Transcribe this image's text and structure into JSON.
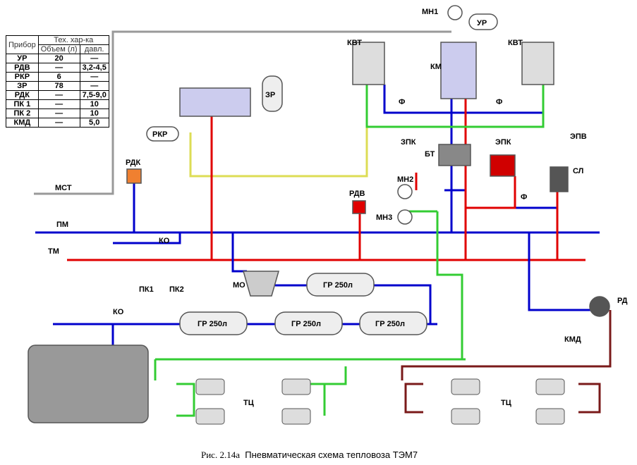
{
  "table": {
    "header_device": "Прибор",
    "header_group": "Тех. хар-ка",
    "header_volume": "Объем (л)",
    "header_pressure": "давл.",
    "rows": [
      {
        "device": "УР",
        "volume": "20",
        "pressure": "—"
      },
      {
        "device": "РДВ",
        "volume": "—",
        "pressure": "3,2-4,5"
      },
      {
        "device": "РКР",
        "volume": "6",
        "pressure": "—"
      },
      {
        "device": "ЗР",
        "volume": "78",
        "pressure": "—"
      },
      {
        "device": "РДК",
        "volume": "—",
        "pressure": "7,5-9,0"
      },
      {
        "device": "ПК 1",
        "volume": "—",
        "pressure": "10"
      },
      {
        "device": "ПК 2",
        "volume": "—",
        "pressure": "10"
      },
      {
        "device": "КМД",
        "volume": "—",
        "pressure": "5,0"
      }
    ]
  },
  "labels": {
    "mn1": "МН1",
    "ur": "УР",
    "kvt1": "КВТ",
    "kvt2": "КВТ",
    "km": "КМ",
    "f1": "Ф",
    "f2": "Ф",
    "f3": "Ф",
    "zpk": "ЗПК",
    "bt": "БТ",
    "epk": "ЭПК",
    "epv": "ЭПВ",
    "sl": "СЛ",
    "mn2": "МН2",
    "mn3": "МН3",
    "rdk": "РДК",
    "rkr": "РКР",
    "zr": "ЗР",
    "rdv": "РДВ",
    "mst": "МСТ",
    "pm": "ПМ",
    "tm": "ТМ",
    "ko1": "КО",
    "ko2": "КО",
    "mo": "МО",
    "pk1": "ПК1",
    "pk2": "ПК2",
    "gr1": "ГР 250л",
    "gr2": "ГР 250л",
    "gr3": "ГР 250л",
    "gr4": "ГР 250л",
    "tc1": "ТЦ",
    "tc2": "ТЦ",
    "rd": "РД",
    "kmd": "КМД"
  },
  "caption": {
    "prefix": "Рис. 2.14а",
    "title": "Пневматическая схема тепловоза ТЭМ7"
  },
  "colors": {
    "feed_line": "#0000cc",
    "brake_line": "#e00000",
    "cylinder_line": "#33cc33",
    "control_line": "#dddd55",
    "signal_line": "#999999",
    "independent_line": "#7a1a1a"
  }
}
